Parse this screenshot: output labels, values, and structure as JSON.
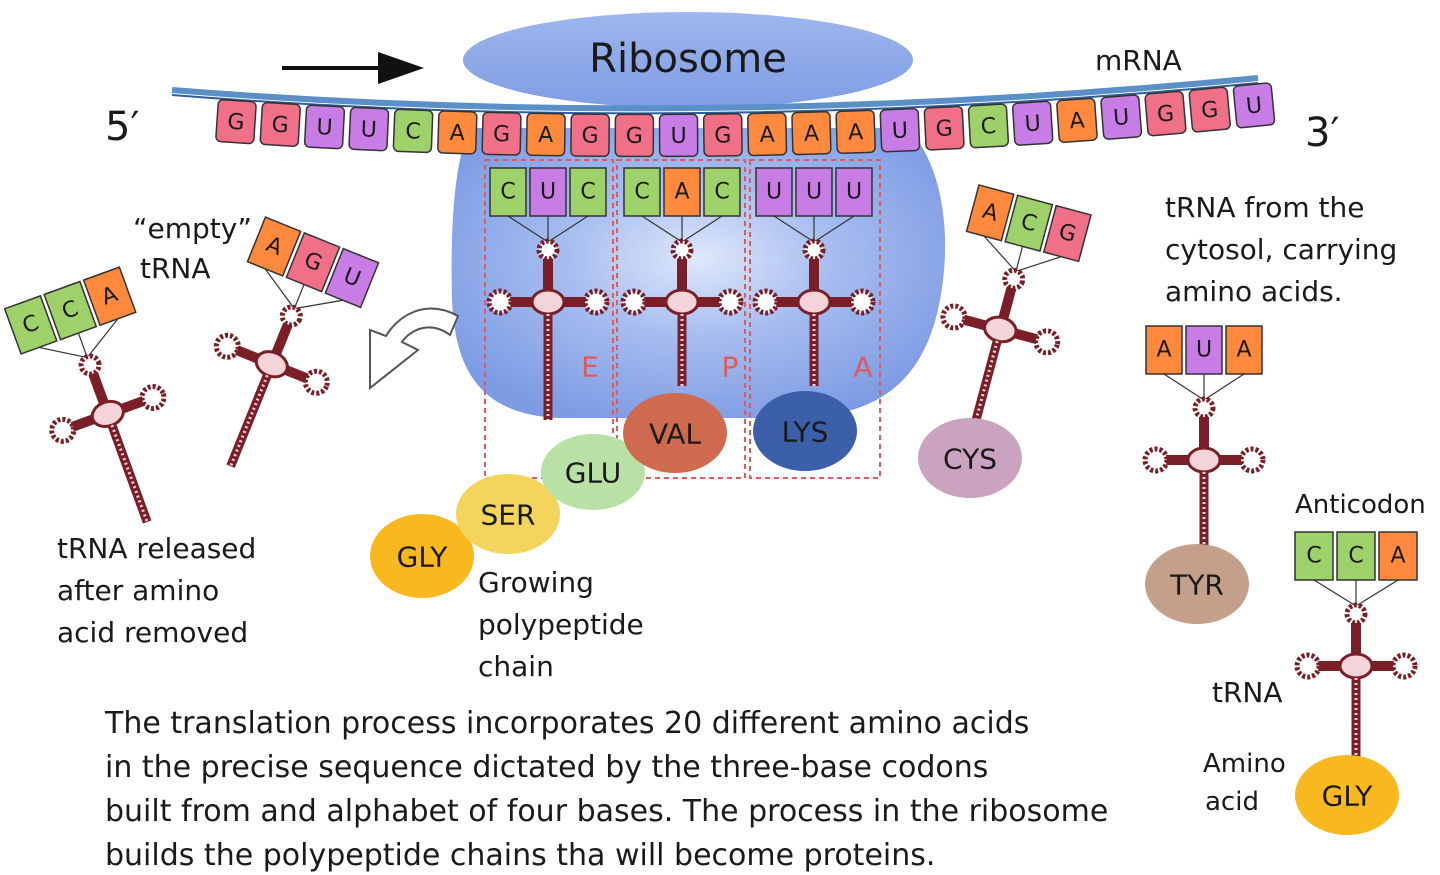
{
  "labels": {
    "ribosome": "Ribosome",
    "mrna": "mRNA",
    "five_prime": "5′",
    "three_prime": "3′",
    "empty_trna": [
      "“empty”",
      "tRNA"
    ],
    "released": [
      "tRNA released",
      "after amino",
      "acid removed"
    ],
    "growing": [
      "Growing",
      "polypeptide",
      "chain"
    ],
    "cytosol": [
      "tRNA from the",
      "cytosol, carrying",
      "amino acids."
    ],
    "anticodon": "Anticodon",
    "trna": "tRNA",
    "amino_acid": [
      "Amino",
      "acid"
    ]
  },
  "sites": [
    "E",
    "P",
    "A"
  ],
  "mrna_bases": [
    "G",
    "G",
    "U",
    "U",
    "C",
    "A",
    "G",
    "A",
    "G",
    "G",
    "U",
    "G",
    "A",
    "A",
    "A",
    "U",
    "G",
    "C",
    "U",
    "A",
    "U",
    "G",
    "G",
    "U"
  ],
  "base_colors": {
    "G": "#f07088",
    "U": "#c77ce6",
    "C": "#9fd16a",
    "A": "#ff8a3d"
  },
  "anticodons": {
    "released": [
      "C",
      "C",
      "A"
    ],
    "empty": [
      "A",
      "G",
      "U"
    ],
    "e_site": [
      "C",
      "U",
      "C"
    ],
    "p_site": [
      "C",
      "A",
      "C"
    ],
    "a_site": [
      "U",
      "U",
      "U"
    ],
    "incoming": [
      "A",
      "C",
      "G"
    ],
    "tyr": [
      "A",
      "U",
      "A"
    ],
    "gly_example": [
      "C",
      "C",
      "A"
    ]
  },
  "amino_acids": {
    "chain": [
      "VAL",
      "GLU",
      "SER",
      "GLY"
    ],
    "a_site": "LYS",
    "incoming": "CYS",
    "tyr": "TYR",
    "example": "GLY"
  },
  "amino_colors": {
    "VAL": "#d06a4e",
    "LYS": "#3b5fa8",
    "GLU": "#b9e0a5",
    "SER": "#f4d45a",
    "GLY": "#f8b820",
    "CYS": "#c9a3c0",
    "TYR": "#c4a08a"
  },
  "caption": [
    "The translation process incorporates 20 different amino acids",
    "in the precise sequence dictated by the three-base codons",
    "built from and alphabet of four bases. The process in the ribosome",
    "builds the polypeptide chains tha will become proteins."
  ]
}
